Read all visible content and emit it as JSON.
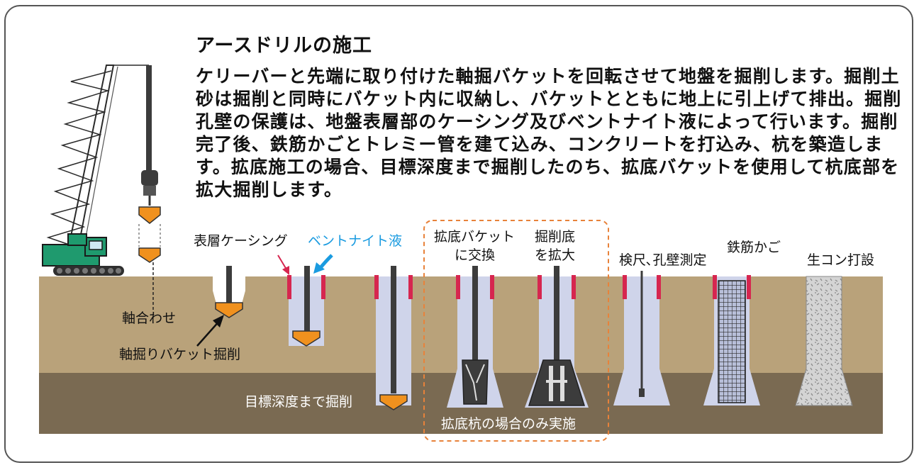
{
  "title": "アースドリルの施工",
  "description": "ケリーバーと先端に取り付けた軸掘バケットを回転させて地盤を掘削します。掘削土砂は掘削と同時にバケット内に収納し、バケットとともに地上に引上げて排出。掘削孔壁の保護は、地盤表層部のケーシング及びベントナイト液によって行います。掘削完了後、鉄筋かごとトレミー管を建て込み、コンクリートを打込み、杭を築造します。拡底施工の場合、目標深度まで掘削したのち、拡底バケットを使用して杭底部を拡大掘削します。",
  "labels": {
    "axis_align": "軸合わせ",
    "shaft_bucket_excavation": "軸掘りバケット掘削",
    "surface_casing": "表層ケーシング",
    "bentonite": "ベントナイト液",
    "target_depth": "目標深度まで掘削",
    "swap_bucket_line1": "拡底バケット",
    "swap_bucket_line2": "に交換",
    "enlarge_line1": "掘削底",
    "enlarge_line2": "を拡大",
    "enlarged_only": "拡底杭の場合のみ実施",
    "inspection": "検尺､孔壁測定",
    "rebar_cage": "鉄筋かご",
    "concrete": "生コン打設"
  },
  "colors": {
    "soil_upper": "#b9a27a",
    "soil_lower": "#7a6a52",
    "bentonite_fill": "#cfd4ea",
    "bucket": "#f0911e",
    "casing": "#d6264f",
    "crane": "#1f9a6e",
    "dashed_box": "#e8823a",
    "accent_blue": "#1a9be0"
  }
}
